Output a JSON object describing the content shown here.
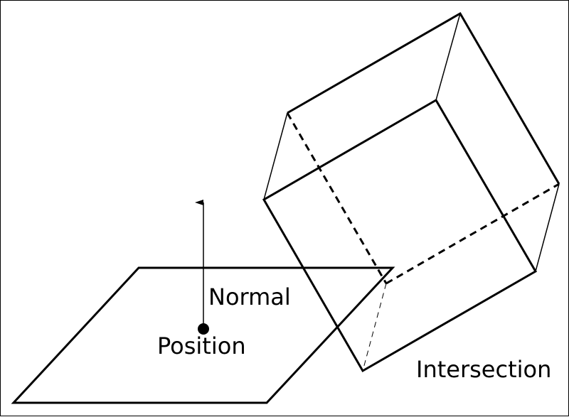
{
  "labels": {
    "normal": "Normal",
    "position": "Position",
    "intersection": "Intersection"
  },
  "colors": {
    "line": "#000000",
    "background": "#ffffff"
  }
}
